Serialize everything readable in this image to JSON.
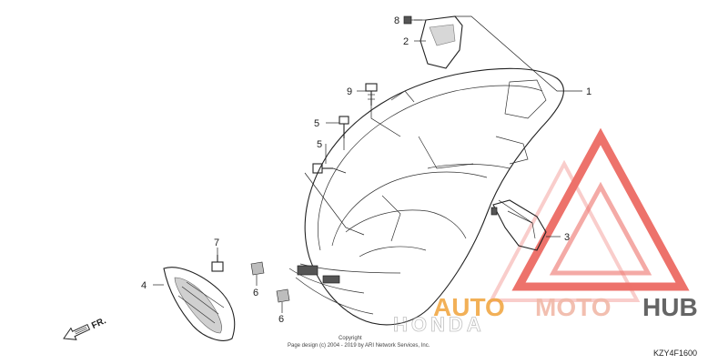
{
  "callouts": [
    {
      "id": "1",
      "label": "1"
    },
    {
      "id": "2",
      "label": "2"
    },
    {
      "id": "3",
      "label": "3"
    },
    {
      "id": "4",
      "label": "4"
    },
    {
      "id": "5a",
      "label": "5"
    },
    {
      "id": "5b",
      "label": "5"
    },
    {
      "id": "6a",
      "label": "6"
    },
    {
      "id": "6b",
      "label": "6"
    },
    {
      "id": "7",
      "label": "7"
    },
    {
      "id": "8",
      "label": "8"
    },
    {
      "id": "9",
      "label": "9"
    }
  ],
  "direction_label": "FR.",
  "diagram_code": "KZY4F1600",
  "copyright": {
    "line1": "Copyright",
    "line2": "Page design (c) 2004 - 2019 by ARI Network Services, Inc."
  },
  "watermark": {
    "brand": "AUTOMOTOHUB",
    "part_auto": "AUTO",
    "part_moto": "MOTO",
    "part_hub": "HUB",
    "sub": "HONDA",
    "colors": {
      "red": "#e8433a",
      "orange": "#f0a33a",
      "gray": "#555555"
    }
  }
}
